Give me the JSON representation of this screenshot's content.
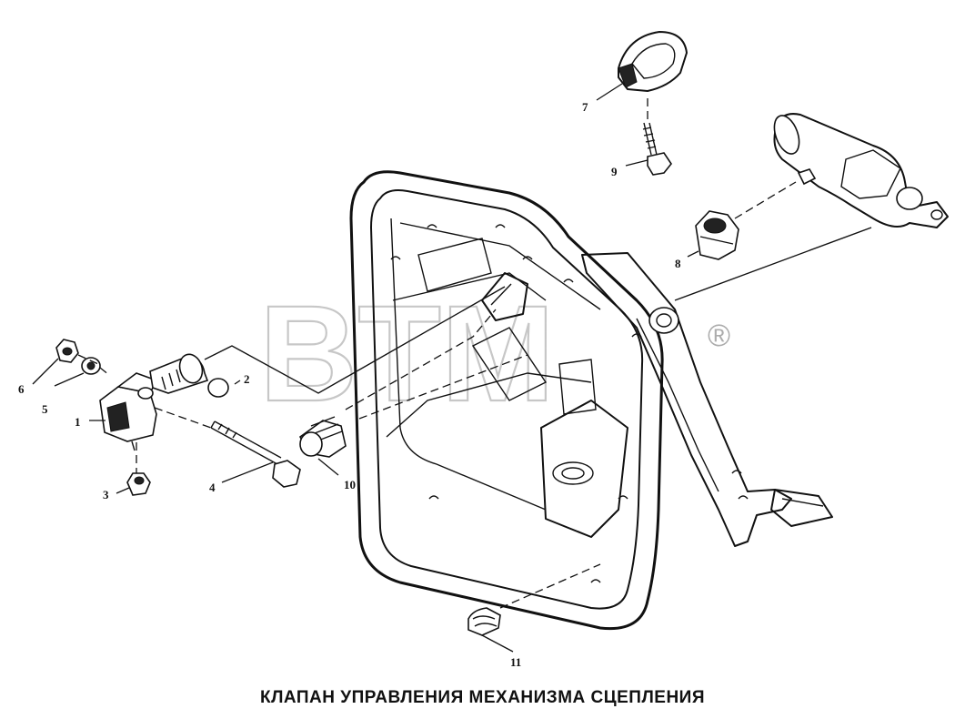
{
  "caption": "КЛАПАН УПРАВЛЕНИЯ МЕХАНИЗМА СЦЕПЛЕНИЯ",
  "watermark": {
    "text": "BTM",
    "registered_mark": "®",
    "color": "#9a9a9a"
  },
  "callouts": {
    "c1": "1",
    "c2": "2",
    "c3": "3",
    "c4": "4",
    "c5": "5",
    "c6": "6",
    "c7": "7",
    "c8": "8",
    "c9": "9",
    "c10": "10",
    "c11": "11"
  }
}
